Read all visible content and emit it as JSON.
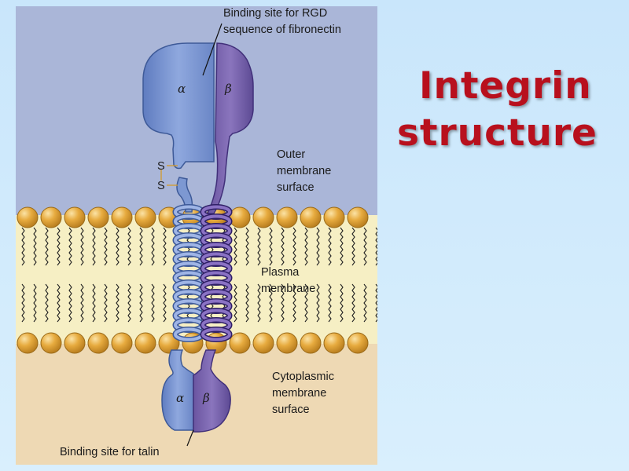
{
  "title": {
    "line1": "Integrin",
    "line2": "structure"
  },
  "labels": {
    "rgd_line1": "Binding site for RGD",
    "rgd_line2": "sequence of fibronectin",
    "alpha_top": "α",
    "beta_top": "β",
    "alpha_bottom": "α",
    "beta_bottom": "β",
    "s_upper": "S",
    "s_lower": "S",
    "outer_line1": "Outer",
    "outer_line2": "membrane",
    "outer_line3": "surface",
    "plasma_line1": "Plasma",
    "plasma_line2": "membrane",
    "cyto_line1": "Cytoplasmic",
    "cyto_line2": "membrane",
    "cyto_line3": "surface",
    "talin": "Binding site for talin"
  },
  "colors": {
    "background": "#d4ecfc",
    "outer_region": "#aab6d8",
    "membrane_core": "#f6efc4",
    "cytoplasm": "#eed9b4",
    "lipid_head": "#e3a93c",
    "alpha_subunit": "#7d98d2",
    "beta_subunit": "#7560aa",
    "title": "#b8101d"
  }
}
